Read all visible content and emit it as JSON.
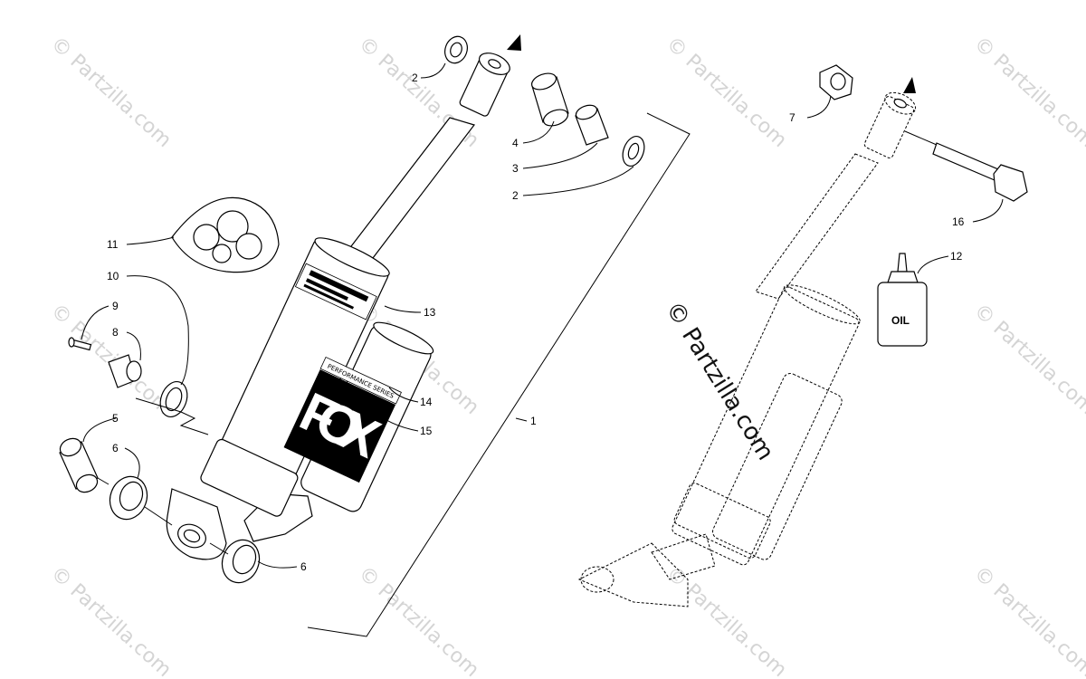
{
  "diagram": {
    "callouts": [
      {
        "id": "c1",
        "label": "1"
      },
      {
        "id": "c2a",
        "label": "2"
      },
      {
        "id": "c2b",
        "label": "2"
      },
      {
        "id": "c3",
        "label": "3"
      },
      {
        "id": "c4",
        "label": "4"
      },
      {
        "id": "c5",
        "label": "5"
      },
      {
        "id": "c6a",
        "label": "6"
      },
      {
        "id": "c6b",
        "label": "6"
      },
      {
        "id": "c7",
        "label": "7"
      },
      {
        "id": "c8",
        "label": "8"
      },
      {
        "id": "c9",
        "label": "9"
      },
      {
        "id": "c10",
        "label": "10"
      },
      {
        "id": "c11",
        "label": "11"
      },
      {
        "id": "c12",
        "label": "12"
      },
      {
        "id": "c13",
        "label": "13"
      },
      {
        "id": "c14",
        "label": "14"
      },
      {
        "id": "c15",
        "label": "15"
      },
      {
        "id": "c16",
        "label": "16"
      }
    ],
    "oil_label": "OIL",
    "logo_text": "FOX",
    "strip_text": "PERFORMANCE SERIES",
    "watermark": "© Partzilla.com",
    "center_watermark": "© Partzilla.com"
  }
}
